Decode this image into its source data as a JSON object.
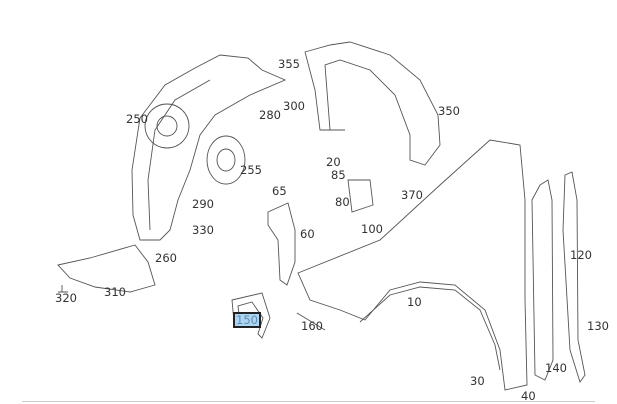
{
  "diagram": {
    "selected_part": "150",
    "highlight_color": "#a9d6f5",
    "callouts": [
      "355",
      "300",
      "280",
      "250",
      "350",
      "255",
      "20",
      "85",
      "370",
      "290",
      "65",
      "80",
      "100",
      "330",
      "60",
      "260",
      "120",
      "320",
      "310",
      "10",
      "150",
      "160",
      "130",
      "140",
      "30",
      "40"
    ]
  }
}
